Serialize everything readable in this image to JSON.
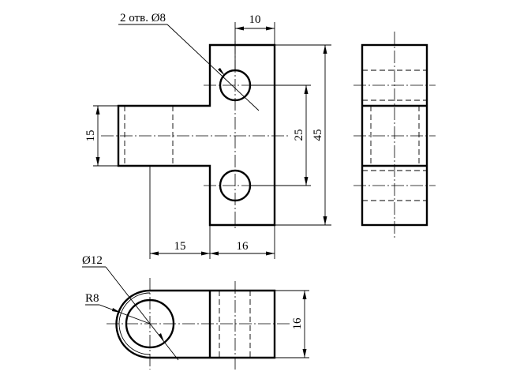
{
  "drawing": {
    "labels": {
      "holes_note": "2 отв. Ø8",
      "width_top": "10",
      "height_total": "45",
      "holes_spacing": "25",
      "boss_height": "15",
      "boss_length": "15",
      "body_width": "16",
      "boss_diameter": "Ø12",
      "boss_radius": "R8",
      "bottom_height": "16"
    },
    "colors": {
      "ink": "#000000",
      "paper": "#ffffff"
    }
  }
}
